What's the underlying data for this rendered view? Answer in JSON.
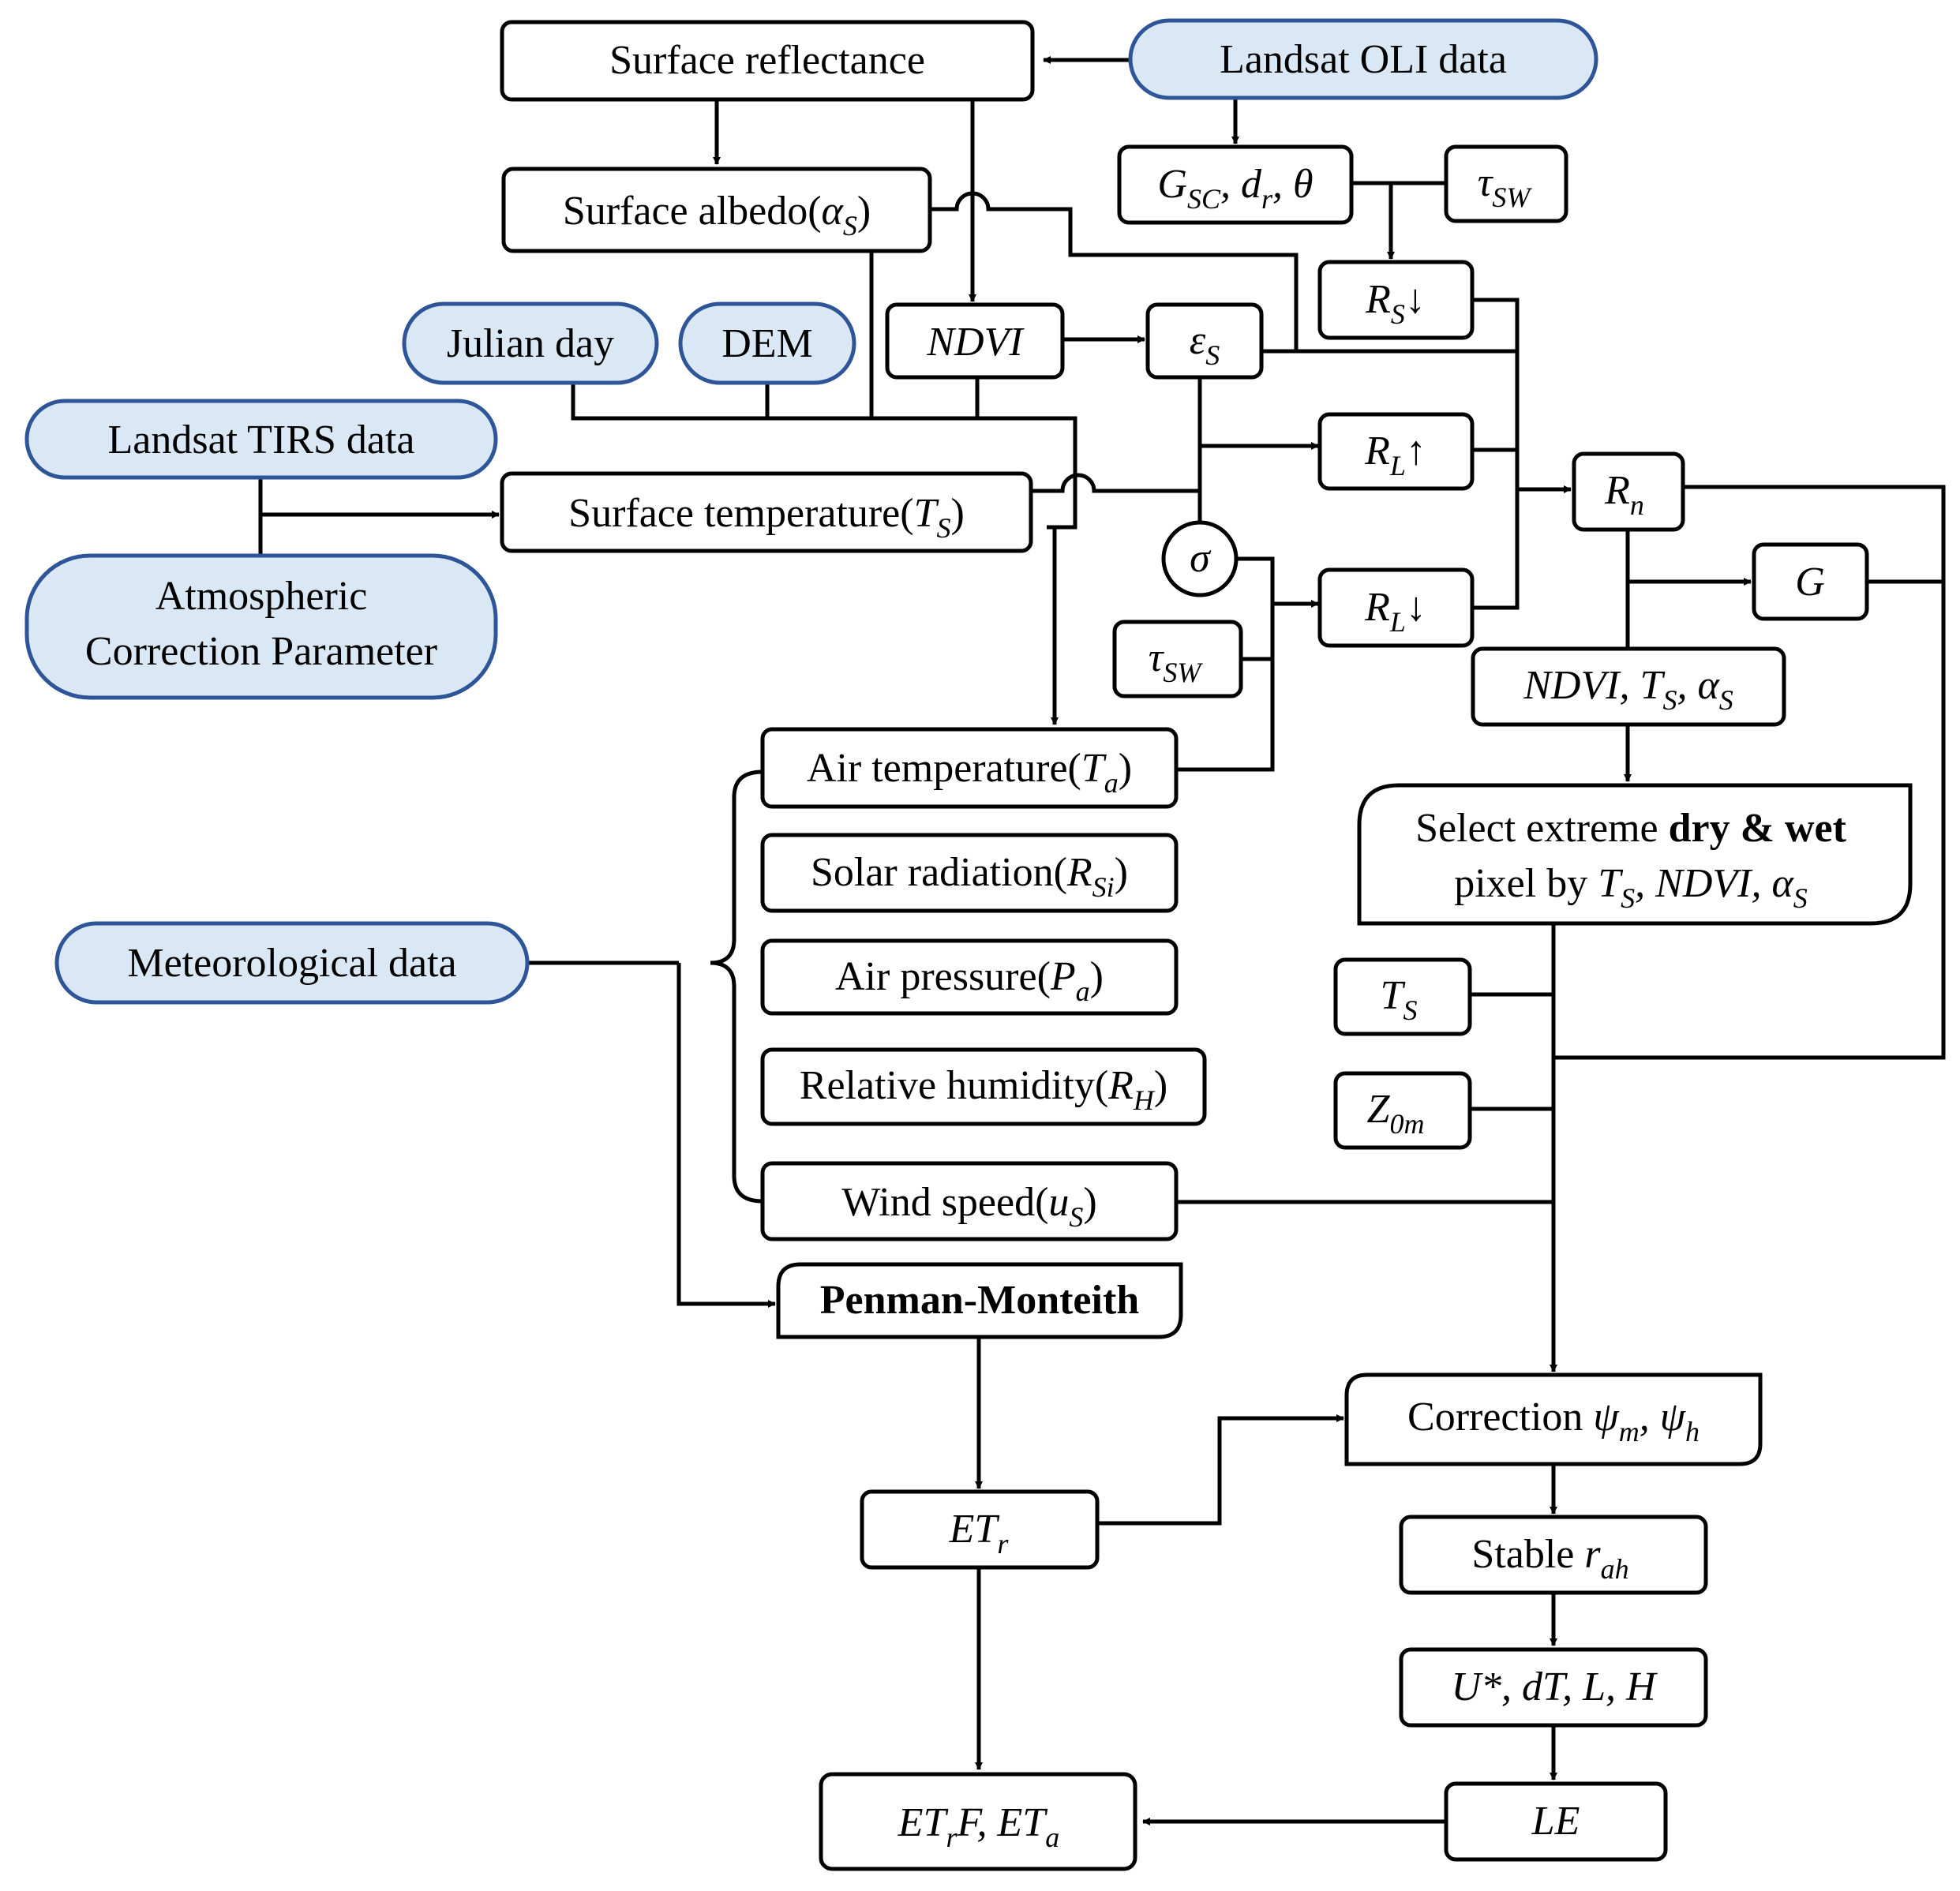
{
  "colors": {
    "input_fill": "#dae8f5",
    "input_stroke": "#2e5597",
    "box_stroke": "#000000"
  },
  "nodes": {
    "surface_reflectance": "Surface reflectance",
    "landsat_oli": "Landsat OLI data",
    "gsc_base": "G",
    "gsc_sub": "SC",
    "gsc_rest": ", d",
    "gsc_r_sub": "r",
    "gsc_theta": ", θ",
    "tau_sw": "τ",
    "tau_sw_sub": "SW",
    "surface_albedo": "Surface albedo(",
    "surface_albedo_sym": "α",
    "surface_albedo_sub": "S",
    "close_paren": ")",
    "rs_down_base": "R",
    "rs_down_sub": "S",
    "rs_down_arrow": "↓",
    "julian_day": "Julian day",
    "dem": "DEM",
    "ndvi": "NDVI",
    "eps_base": "ε",
    "eps_sub": "S",
    "landsat_tirs": "Landsat TIRS data",
    "rl_up_base": "R",
    "rl_up_sub": "L",
    "rl_up_arrow": "↑",
    "rn_base": "R",
    "rn_sub": "n",
    "surface_temp": "Surface temperature(",
    "surface_temp_sym": "T",
    "surface_temp_sub": "S",
    "sigma": "σ",
    "g": "G",
    "atm_line1": "Atmospheric",
    "atm_line2": "Correction Parameter",
    "rl_down_base": "R",
    "rl_down_sub": "L",
    "rl_down_arrow": "↓",
    "tau_sw2": "τ",
    "tau_sw2_sub": "SW",
    "ndvi_ts_alpha_a": "NDVI, T",
    "ndvi_ts_alpha_sub1": "S",
    "ndvi_ts_alpha_b": ", α",
    "ndvi_ts_alpha_sub2": "S",
    "air_temp": "Air temperature(",
    "air_temp_sym": "T",
    "air_temp_sub": "a",
    "select_line1_a": "Select extreme ",
    "select_line1_b": "dry & wet",
    "select_line2_a": "pixel by ",
    "select_line2_t": "T",
    "select_line2_sub1": "S",
    "select_line2_b": ", NDVI, α",
    "select_line2_sub2": "S",
    "solar_rad": "Solar radiation(",
    "solar_rad_sym": "R",
    "solar_rad_sub": "Si",
    "meteo": "Meteorological data",
    "air_pressure": "Air pressure(",
    "air_pressure_sym": "P",
    "air_pressure_sub": "a",
    "ts_base": "T",
    "ts_sub": "S",
    "rel_humidity": "Relative humidity(",
    "rel_humidity_sym": "R",
    "rel_humidity_sub": "H",
    "z0m_base": "Z",
    "z0m_sub": "0m",
    "wind_speed": "Wind speed(",
    "wind_speed_sym": "u",
    "wind_speed_sub": "S",
    "penman": "Penman-Monteith",
    "correction_a": "Correction ",
    "correction_psi1": "ψ",
    "correction_sub1": "m",
    "correction_b": ", ψ",
    "correction_sub2": "h",
    "etr_base": "ET",
    "etr_sub": "r",
    "stable_a": "Stable ",
    "stable_r": "r",
    "stable_sub": "ah",
    "ustar": "U*, dT, L, H",
    "etrf_a": "ET",
    "etrf_sub1": "r",
    "etrf_b": "F, ET",
    "etrf_sub2": "a",
    "le": "LE"
  }
}
